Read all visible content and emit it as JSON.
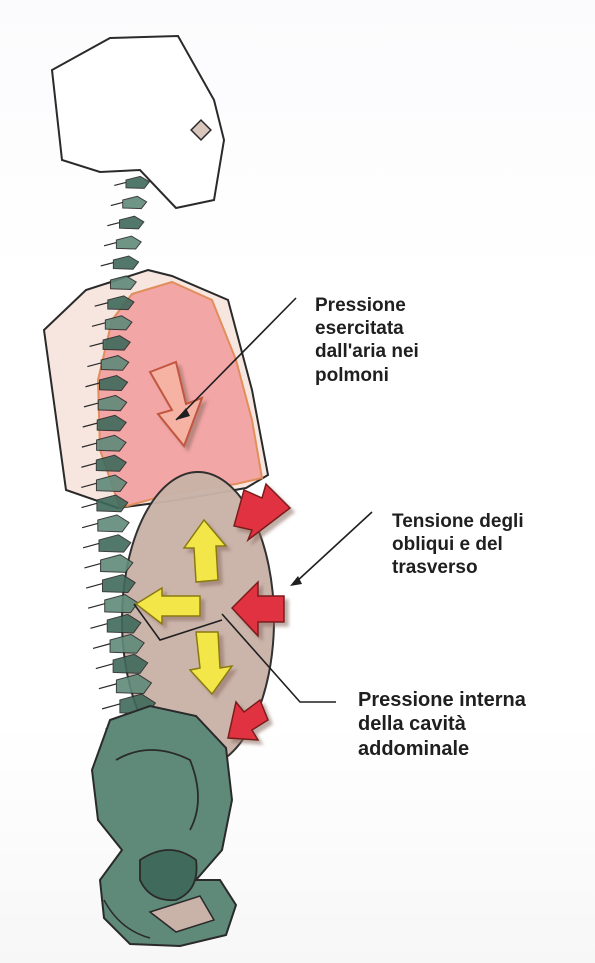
{
  "figure": {
    "labels": {
      "lung_pressure": "Pressione\nesercitata\ndall'aria nei\npolmoni",
      "muscle_tension": "Tensione degli\nobliqui e del\ntrasverso",
      "abdominal_pressure": "Pressione interna\ndella cavità\naddominale"
    },
    "colors": {
      "outline": "#2a2a2a",
      "lung_fill": "#f3a3a3",
      "abdomen_fill": "#c9b3a8",
      "bone_fill": "#5f8a7a",
      "bone_dark": "#3f6a5c",
      "arrow_yellow": "#f2e64a",
      "arrow_red": "#e0323f",
      "arrow_lung": "#f6b3a3"
    },
    "icons": {
      "lung_arrow": "down-arrow",
      "abdominal_arrows": "yellow-arrows-up-left-down",
      "muscle_arrows": "red-inward-arrows"
    }
  }
}
